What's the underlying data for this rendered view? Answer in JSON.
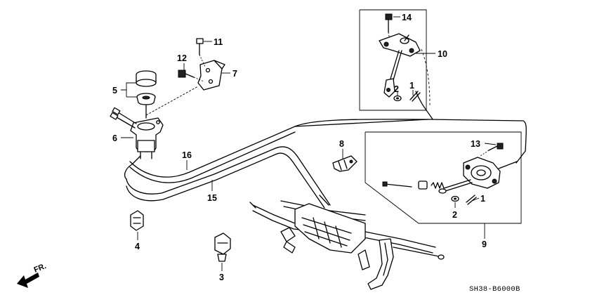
{
  "diagram": {
    "code": "SH38-B6000B",
    "direction_label": "FR.",
    "callouts": {
      "c1a": "1",
      "c1b": "1",
      "c2a": "2",
      "c2b": "2",
      "c3": "3",
      "c4": "4",
      "c5": "5",
      "c6": "6",
      "c7": "7",
      "c8": "8",
      "c9": "9",
      "c10": "10",
      "c11": "11",
      "c12": "12",
      "c13": "13",
      "c14": "14",
      "c15": "15",
      "c16": "16"
    }
  }
}
